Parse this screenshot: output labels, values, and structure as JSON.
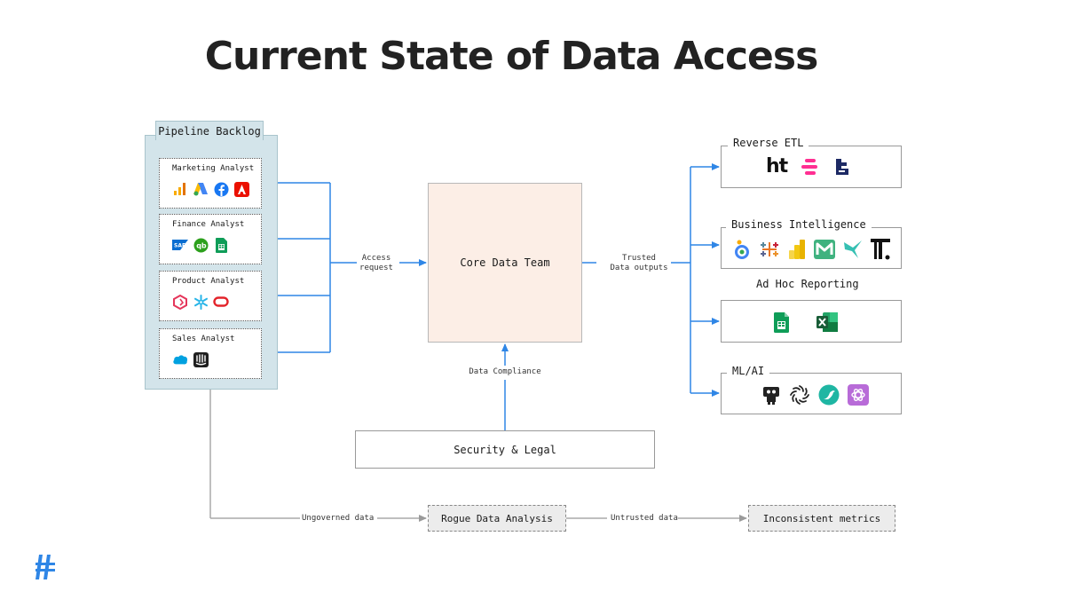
{
  "title": "Current State of Data Access",
  "backlog": {
    "title": "Pipeline Backlog",
    "analysts": [
      {
        "name": "Marketing Analyst",
        "icons": [
          "google-analytics-icon",
          "google-ads-icon",
          "facebook-icon",
          "adobe-icon"
        ]
      },
      {
        "name": "Finance Analyst",
        "icons": [
          "sap-icon",
          "quickbooks-icon",
          "google-sheets-icon"
        ]
      },
      {
        "name": "Product Analyst",
        "icons": [
          "segment-icon",
          "snowflake-icon",
          "oracle-icon"
        ]
      },
      {
        "name": "Sales Analyst",
        "icons": [
          "salesforce-icon",
          "intercom-icon"
        ]
      }
    ]
  },
  "access_request": {
    "line1": "Access",
    "line2": "request"
  },
  "core_team": "Core Data Team",
  "trusted_outputs": {
    "line1": "Trusted",
    "line2": "Data outputs"
  },
  "data_compliance": "Data Compliance",
  "security_legal": "Security & Legal",
  "outputs": [
    {
      "title": "Reverse ETL",
      "icons": [
        "hightouch-icon",
        "census-icon",
        "rudderstack-icon"
      ],
      "ht_text": "ht"
    },
    {
      "title": "Business Intelligence",
      "icons": [
        "looker-icon",
        "tableau-icon",
        "power-bi-icon",
        "metabase-icon",
        "mode-icon",
        "thoughtspot-icon"
      ]
    },
    {
      "title": "Ad Hoc Reporting",
      "icons": [
        "google-sheets-icon",
        "excel-icon"
      ]
    },
    {
      "title": "ML/AI",
      "icons": [
        "robot-icon",
        "spinner-icon",
        "bird-icon",
        "openai-icon"
      ]
    }
  ],
  "bottom_flow": {
    "ungoverned": "Ungoverned data",
    "rogue": "Rogue Data Analysis",
    "untrusted": "Untrusted data",
    "inconsistent": "Inconsistent metrics"
  },
  "colors": {
    "flow_blue": "#2f86e6",
    "grey_line": "#aaaaaa",
    "backlog_bg": "#d3e4ea",
    "core_bg": "#fceee6"
  }
}
